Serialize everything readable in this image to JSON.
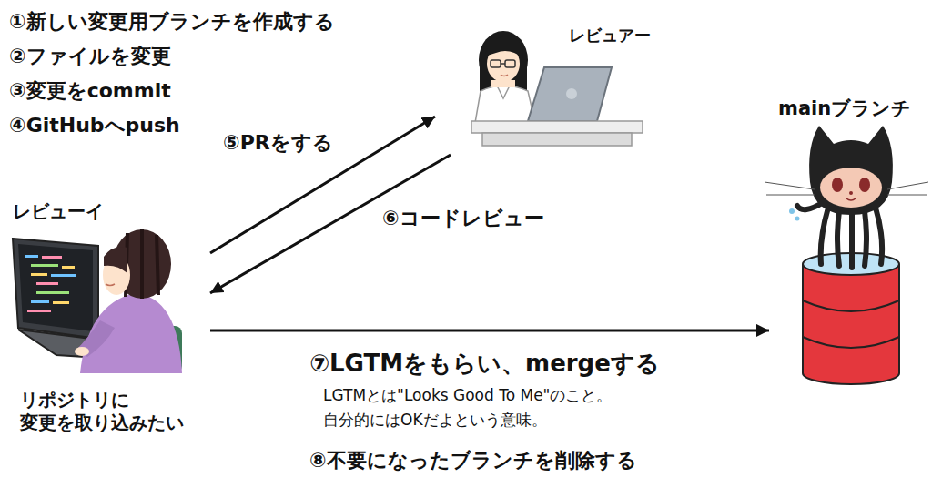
{
  "diagram": {
    "nodes": [
      {
        "text": [
          "レビュアー"
        ]
      },
      {
        "text": [
          "mainブランチ"
        ]
      },
      {
        "text": [
          "レビューイ",
          "リポジトリに 変更を取り込みたい"
        ]
      }
    ],
    "edges": [
      {
        "from": 2,
        "to": 0,
        "label": "⑤PRをする",
        "arrow": "to"
      },
      {
        "from": 0,
        "to": 2,
        "label": "⑥コードレビュー",
        "arrow": "to"
      },
      {
        "from": 2,
        "to": 1,
        "label": "⑦LGTMをもらい、mergeする",
        "arrow": "to"
      }
    ],
    "labels": [
      "①新しい変更用ブランチを作成する",
      "②ファイルを変更",
      "③変更をcommit",
      "④GitHubへpush",
      "LGTMとは\"Looks Good To Me\"のこと。",
      "自分的にはOKだよという意味。",
      "⑧不要になったブランチを削除する"
    ]
  }
}
